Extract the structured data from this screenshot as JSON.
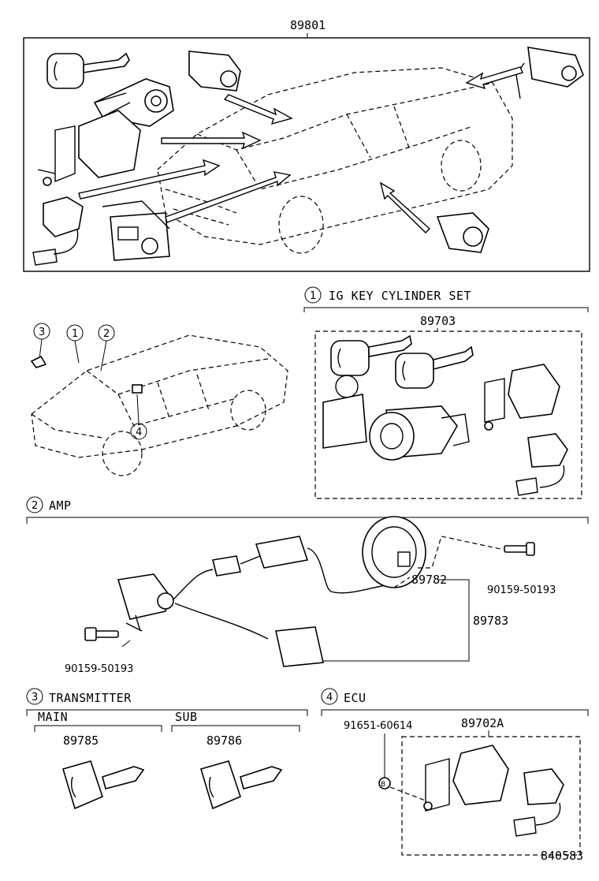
{
  "diagram": {
    "top_group": {
      "part_no": "89801"
    },
    "section1": {
      "badge": "1",
      "title": "IG KEY CYLINDER SET",
      "part_no": "89703"
    },
    "section2": {
      "badge": "2",
      "title": "AMP",
      "parts": {
        "coil": "89782",
        "harness": "89783",
        "screw_right": "90159-50193",
        "screw_left": "90159-50193"
      }
    },
    "section3": {
      "badge": "3",
      "title": "TRANSMITTER",
      "main": {
        "label": "MAIN",
        "part_no": "89785"
      },
      "sub": {
        "label": "SUB",
        "part_no": "89786"
      }
    },
    "section4": {
      "badge": "4",
      "title": "ECU",
      "part_no": "89702A",
      "bolt": "91651-60614",
      "bolt_mark": "B"
    },
    "locator_badges": [
      "3",
      "1",
      "2",
      "4"
    ],
    "figure_id": "840583"
  }
}
